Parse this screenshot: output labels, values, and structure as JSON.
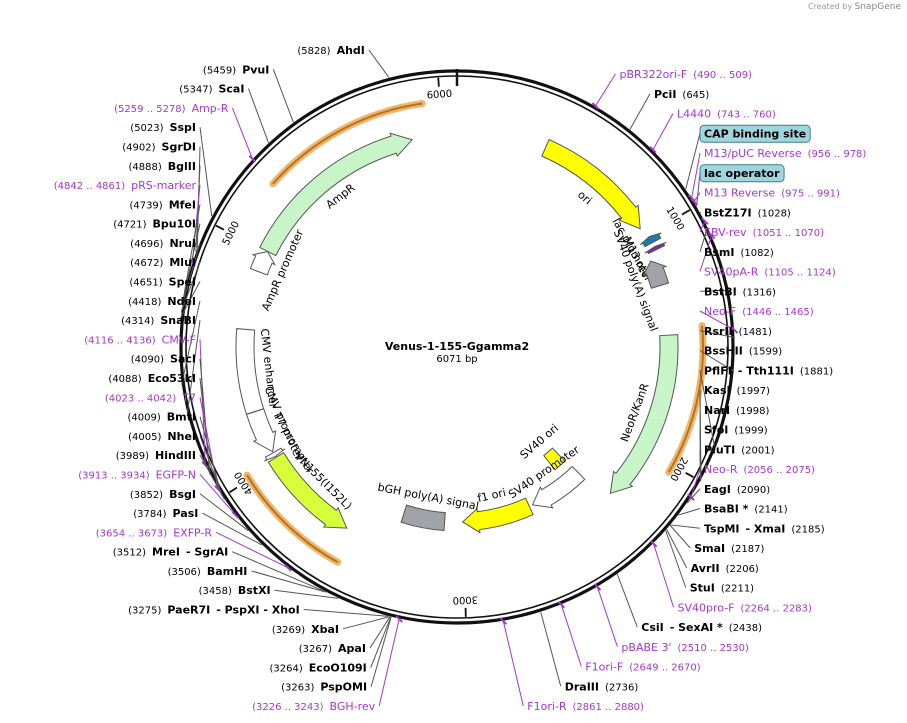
{
  "credit": {
    "prefix": "Created by",
    "brand": "SnapGene"
  },
  "plasmid": {
    "name": "Venus-1-155-Ggamma2",
    "size": "6071 bp",
    "length": 6071
  },
  "ticks": [
    "1000",
    "2000",
    "3000",
    "4000",
    "5000",
    "6000"
  ],
  "features": [
    {
      "name": "ori",
      "start": 400,
      "end": 960,
      "color": "#ffff00",
      "strand": 1,
      "r": 218
    },
    {
      "name": "lac promoter",
      "start": 1010,
      "end": 1040,
      "color": "#1f7aa8",
      "strand": -1,
      "r": 222
    },
    {
      "name": "M13 rev",
      "start": 1060,
      "end": 1075,
      "color": "#7a2a9a",
      "strand": -1,
      "r": 222
    },
    {
      "name": "SV40 poly(A) signal",
      "start": 1110,
      "end": 1230,
      "color": "#a0a4a8",
      "strand": -1,
      "r": 212
    },
    {
      "name": "NeoR/KanR",
      "start": 1460,
      "end": 2250,
      "color": "#c8f5c8",
      "strand": 1,
      "r": 212
    },
    {
      "name": "SV40 ori",
      "start": 2300,
      "end": 2380,
      "color": "#ffff00",
      "strand": 0,
      "r": 148
    },
    {
      "name": "SV40 promoter",
      "start": 2290,
      "end": 2600,
      "color": "#ffffff",
      "strand": 1,
      "r": 175
    },
    {
      "name": "f1 ori",
      "start": 2620,
      "end": 3000,
      "color": "#ffff00",
      "strand": 1,
      "r": 175
    },
    {
      "name": "bGH poly(A) signal",
      "start": 3100,
      "end": 3330,
      "color": "#a0a4a8",
      "strand": 0,
      "r": 175
    },
    {
      "name": "VN155(I152L)",
      "start": 3560,
      "end": 4020,
      "color": "#d6ff3a",
      "strand": -1,
      "r": 212
    },
    {
      "name": "T7 promoter",
      "start": 4025,
      "end": 4045,
      "color": "#ffffff",
      "strand": -1,
      "r": 212
    },
    {
      "name": "CMV promoter",
      "start": 4050,
      "end": 4250,
      "color": "#ffffff",
      "strand": -1,
      "r": 212
    },
    {
      "name": "CMV enhancer",
      "start": 4251,
      "end": 4630,
      "color": "#ffffff",
      "strand": 0,
      "r": 212
    },
    {
      "name": "AmpR promoter",
      "start": 4900,
      "end": 5000,
      "color": "#ffffff",
      "strand": 1,
      "r": 212
    },
    {
      "name": "AmpR",
      "start": 5001,
      "end": 5861,
      "color": "#c8f5c8",
      "strand": 1,
      "r": 212
    }
  ],
  "orf_arcs": [
    {
      "start": 5250,
      "end": 5930,
      "strand": -1
    },
    {
      "start": 1430,
      "end": 2030,
      "strand": -1
    },
    {
      "start": 3520,
      "end": 4020,
      "strand": 1
    }
  ],
  "labels_right": [
    {
      "kind": "primer",
      "name": "pBR322ori-F",
      "range": "(490 .. 509)",
      "site": 500
    },
    {
      "kind": "enzyme",
      "name": "PciI",
      "pos": "(645)",
      "site": 645
    },
    {
      "kind": "primer",
      "name": "L4440",
      "range": "(743 .. 760)",
      "site": 752
    },
    {
      "kind": "boxed",
      "name": "CAP binding site",
      "site": 930
    },
    {
      "kind": "primer",
      "name": "M13/pUC Reverse",
      "range": "(956 .. 978)",
      "site": 967
    },
    {
      "kind": "boxed",
      "name": "lac operator",
      "site": 1000
    },
    {
      "kind": "primer",
      "name": "M13 Reverse",
      "range": "(975 .. 991)",
      "site": 983
    },
    {
      "kind": "enzyme",
      "name": "BstZ17I",
      "pos": "(1028)",
      "site": 1028
    },
    {
      "kind": "primer",
      "name": "EBV-rev",
      "range": "(1051 .. 1070)",
      "site": 1060
    },
    {
      "kind": "enzyme",
      "name": "BsmI",
      "pos": "(1082)",
      "site": 1082
    },
    {
      "kind": "primer",
      "name": "SV40pA-R",
      "range": "(1105 .. 1124)",
      "site": 1115
    },
    {
      "kind": "enzyme",
      "name": "BstBI",
      "pos": "(1316)",
      "site": 1316
    },
    {
      "kind": "primer",
      "name": "Neo-F",
      "range": "(1446 .. 1465)",
      "site": 1455
    },
    {
      "kind": "enzyme",
      "name": "RsrII",
      "pos": "(1481)",
      "site": 1481
    },
    {
      "kind": "enzyme",
      "name": "BssHII",
      "pos": "(1599)",
      "site": 1599
    },
    {
      "kind": "enzyme",
      "name": "PflFI",
      "pos": "",
      "site": 1881,
      "extra": "- Tth111I",
      "extrapos": "(1881)"
    },
    {
      "kind": "enzyme",
      "name": "KasI",
      "pos": "(1997)",
      "site": 1997
    },
    {
      "kind": "enzyme",
      "name": "NarI",
      "pos": "(1998)",
      "site": 1998
    },
    {
      "kind": "enzyme",
      "name": "SfoI",
      "pos": "(1999)",
      "site": 1999
    },
    {
      "kind": "enzyme",
      "name": "PluTI",
      "pos": "(2001)",
      "site": 2001
    },
    {
      "kind": "primer",
      "name": "Neo-R",
      "range": "(2056 .. 2075)",
      "site": 2065
    },
    {
      "kind": "enzyme",
      "name": "EagI",
      "pos": "(2090)",
      "site": 2090
    },
    {
      "kind": "enzyme",
      "name": "BsaBI *",
      "pos": "(2141)",
      "site": 2141
    },
    {
      "kind": "enzyme",
      "name": "TspMI",
      "pos": "",
      "site": 2185,
      "extra": "- XmaI",
      "extrapos": "(2185)"
    },
    {
      "kind": "enzyme",
      "name": "SmaI",
      "pos": "(2187)",
      "site": 2187
    },
    {
      "kind": "enzyme",
      "name": "AvrII",
      "pos": "(2206)",
      "site": 2206
    },
    {
      "kind": "enzyme",
      "name": "StuI",
      "pos": "(2211)",
      "site": 2211
    },
    {
      "kind": "primer",
      "name": "SV40pro-F",
      "range": "(2264 .. 2283)",
      "site": 2273
    },
    {
      "kind": "enzyme",
      "name": "CsiI",
      "pos": "",
      "site": 2438,
      "extra": "- SexAI *",
      "extrapos": "(2438)"
    },
    {
      "kind": "primer",
      "name": "pBABE 3'",
      "range": "(2510 .. 2530)",
      "site": 2520
    },
    {
      "kind": "primer",
      "name": "F1ori-F",
      "range": "(2649 .. 2670)",
      "site": 2660
    },
    {
      "kind": "enzyme",
      "name": "DraIII",
      "pos": "(2736)",
      "site": 2736
    },
    {
      "kind": "primer",
      "name": "F1ori-R",
      "range": "(2861 .. 2880)",
      "site": 2870
    }
  ],
  "labels_left": [
    {
      "kind": "enzyme",
      "name": "AhdI",
      "pos": "(5828)",
      "site": 5828
    },
    {
      "kind": "enzyme",
      "name": "PvuI",
      "pos": "(5459)",
      "site": 5459
    },
    {
      "kind": "enzyme",
      "name": "ScaI",
      "pos": "(5347)",
      "site": 5347
    },
    {
      "kind": "primer",
      "name": "Amp-R",
      "range": "(5259 .. 5278)",
      "site": 5268
    },
    {
      "kind": "enzyme",
      "name": "SspI",
      "pos": "(5023)",
      "site": 5023
    },
    {
      "kind": "enzyme",
      "name": "SgrDI",
      "pos": "(4902)",
      "site": 4902
    },
    {
      "kind": "enzyme",
      "name": "BglII",
      "pos": "(4888)",
      "site": 4888
    },
    {
      "kind": "primer",
      "name": "pRS-marker",
      "range": "(4842 .. 4861)",
      "site": 4851
    },
    {
      "kind": "enzyme",
      "name": "MfeI",
      "pos": "(4739)",
      "site": 4739
    },
    {
      "kind": "enzyme",
      "name": "Bpu10I",
      "pos": "(4721)",
      "site": 4721
    },
    {
      "kind": "enzyme",
      "name": "NruI",
      "pos": "(4696)",
      "site": 4696
    },
    {
      "kind": "enzyme",
      "name": "MluI",
      "pos": "(4672)",
      "site": 4672
    },
    {
      "kind": "enzyme",
      "name": "SpeI",
      "pos": "(4651)",
      "site": 4651
    },
    {
      "kind": "enzyme",
      "name": "NdeI",
      "pos": "(4418)",
      "site": 4418
    },
    {
      "kind": "enzyme",
      "name": "SnaBI",
      "pos": "(4314)",
      "site": 4314
    },
    {
      "kind": "primer",
      "name": "CMV-F",
      "range": "(4116 .. 4136)",
      "site": 4126
    },
    {
      "kind": "enzyme",
      "name": "SacI",
      "pos": "(4090)",
      "site": 4090
    },
    {
      "kind": "enzyme",
      "name": "Eco53kI",
      "pos": "(4088)",
      "site": 4088
    },
    {
      "kind": "primer",
      "name": "T7",
      "range": "(4023 .. 4042)",
      "site": 4032
    },
    {
      "kind": "enzyme",
      "name": "BmtI",
      "pos": "(4009)",
      "site": 4009
    },
    {
      "kind": "enzyme",
      "name": "NheI",
      "pos": "(4005)",
      "site": 4005
    },
    {
      "kind": "enzyme",
      "name": "HindIII",
      "pos": "(3989)",
      "site": 3989
    },
    {
      "kind": "primer",
      "name": "EGFP-N",
      "range": "(3913 .. 3934)",
      "site": 3923
    },
    {
      "kind": "enzyme",
      "name": "BsgI",
      "pos": "(3852)",
      "site": 3852
    },
    {
      "kind": "enzyme",
      "name": "PasI",
      "pos": "(3784)",
      "site": 3784
    },
    {
      "kind": "primer",
      "name": "EXFP-R",
      "range": "(3654 .. 3673)",
      "site": 3663
    },
    {
      "kind": "enzyme",
      "name": "MreI",
      "pos": "(3512)",
      "site": 3512,
      "extra": "- SgrAI"
    },
    {
      "kind": "enzyme",
      "name": "BamHI",
      "pos": "(3506)",
      "site": 3506
    },
    {
      "kind": "enzyme",
      "name": "BstXI",
      "pos": "(3458)",
      "site": 3458
    },
    {
      "kind": "enzyme",
      "name": "PaeR7I",
      "pos": "(3275)",
      "site": 3275,
      "extra": "- PspXI  - XhoI"
    },
    {
      "kind": "enzyme",
      "name": "XbaI",
      "pos": "(3269)",
      "site": 3269
    },
    {
      "kind": "enzyme",
      "name": "ApaI",
      "pos": "(3267)",
      "site": 3267
    },
    {
      "kind": "enzyme",
      "name": "EcoO109I",
      "pos": "(3264)",
      "site": 3264
    },
    {
      "kind": "enzyme",
      "name": "PspOMI",
      "pos": "(3263)",
      "site": 3263
    },
    {
      "kind": "primer",
      "name": "BGH-rev",
      "range": "(3226 .. 3243)",
      "site": 3234
    }
  ]
}
